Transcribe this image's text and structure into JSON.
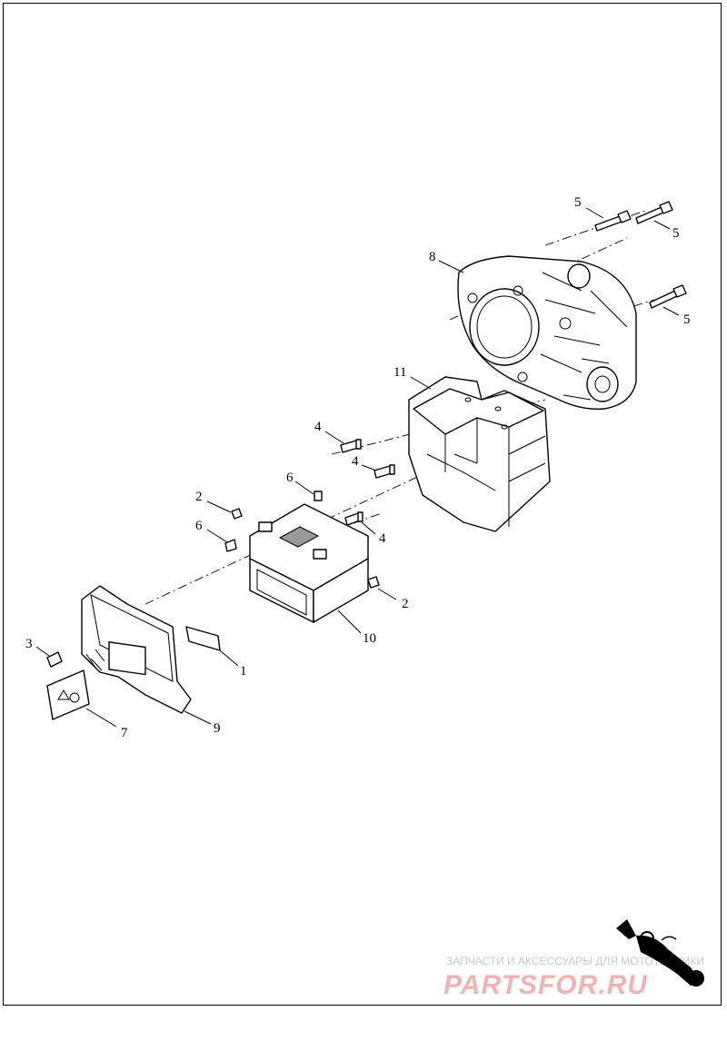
{
  "callouts": {
    "c1": "1",
    "c2a": "2",
    "c2b": "2",
    "c3": "3",
    "c4a": "4",
    "c4b": "4",
    "c4c": "4",
    "c5a": "5",
    "c5b": "5",
    "c5c": "5",
    "c6a": "6",
    "c6b": "6",
    "c7": "7",
    "c8": "8",
    "c9": "9",
    "c10": "10",
    "c11": "11"
  },
  "watermark": {
    "tagline": "ЗАПЧАСТИ И АКСЕССУАРЫ ДЛЯ МОТОТЕХНИКИ",
    "brand": "PARTSFOR.RU"
  },
  "colors": {
    "line": "#000000",
    "background": "#ffffff",
    "watermark_brand": "#f0b3b3",
    "watermark_text": "#c8c8c8"
  }
}
